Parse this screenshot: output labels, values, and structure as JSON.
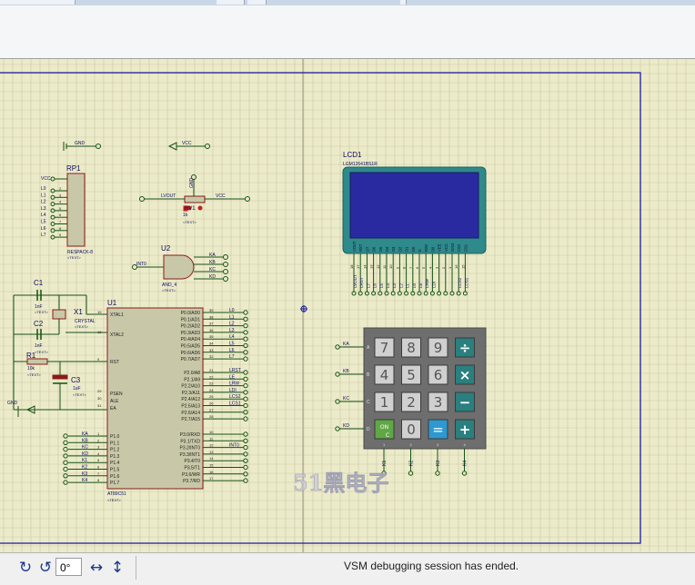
{
  "statusbar": {
    "rotate_cw_icon": "rotate-clockwise-icon",
    "rotate_ccw_icon": "rotate-counterclockwise-icon",
    "angle_value": "0°",
    "mirror_h_icon": "mirror-horizontal-icon",
    "mirror_v_icon": "mirror-vertical-icon",
    "status_message": "VSM debugging session has ended."
  },
  "schematic": {
    "watermark": "51黑电子",
    "gnd_label": "GND",
    "vcc_label": "VCC",
    "rp1": {
      "ref": "RP1",
      "part": "RESPACK-8",
      "text": "<TEXT>",
      "vcc": "VCC",
      "pins": [
        "L0",
        "L1",
        "L2",
        "L3",
        "L4",
        "L5",
        "L6",
        "L7"
      ],
      "pin_numbers": [
        "2",
        "3",
        "4",
        "5",
        "6",
        "7",
        "8",
        "9"
      ]
    },
    "rv1": {
      "ref": "RV1",
      "value": "1k",
      "text": "<TEXT>",
      "net_left": "LVOUT",
      "net_right": "VCC",
      "top": "GND"
    },
    "u2": {
      "ref": "U2",
      "part": "AND_4",
      "text": "<TEXT>",
      "net_in": "INT0",
      "inputs": [
        "KA",
        "KB",
        "KC",
        "KD"
      ]
    },
    "c1": {
      "ref": "C1",
      "value": "1nF",
      "text": "<TEXT>"
    },
    "c2": {
      "ref": "C2",
      "value": "1nF",
      "text": "<TEXT>"
    },
    "x1": {
      "ref": "X1",
      "part": "CRYSTAL",
      "text": "<TEXT>"
    },
    "r1": {
      "ref": "R1",
      "value": "10k",
      "text": "<TEXT>"
    },
    "c3": {
      "ref": "C3",
      "value": "1uF",
      "text": "<TEXT>"
    },
    "u1": {
      "ref": "U1",
      "part": "AT89C51",
      "text": "<TEXT>",
      "left_pins": [
        {
          "num": "19",
          "name": "XTAL1"
        },
        {
          "num": "18",
          "name": "XTAL2"
        },
        {
          "num": "9",
          "name": "RST"
        },
        {
          "num": "29",
          "name": "PSEN"
        },
        {
          "num": "30",
          "name": "ALE"
        },
        {
          "num": "31",
          "name": "EA"
        }
      ],
      "p1_pins": [
        {
          "num": "1",
          "name": "P1.0",
          "net": "KA"
        },
        {
          "num": "2",
          "name": "P1.1",
          "net": "KB"
        },
        {
          "num": "3",
          "name": "P1.2",
          "net": "KC"
        },
        {
          "num": "4",
          "name": "P1.3",
          "net": "KD"
        },
        {
          "num": "5",
          "name": "P1.4",
          "net": "K1"
        },
        {
          "num": "6",
          "name": "P1.5",
          "net": "K2"
        },
        {
          "num": "7",
          "name": "P1.6",
          "net": "K3"
        },
        {
          "num": "8",
          "name": "P1.7",
          "net": "K4"
        }
      ],
      "p0_pins": [
        {
          "num": "39",
          "name": "P0.0/AD0",
          "net": "L0"
        },
        {
          "num": "38",
          "name": "P0.1/AD1",
          "net": "L1"
        },
        {
          "num": "37",
          "name": "P0.2/AD2",
          "net": "L2"
        },
        {
          "num": "36",
          "name": "P0.3/AD3",
          "net": "L3"
        },
        {
          "num": "35",
          "name": "P0.4/AD4",
          "net": "L4"
        },
        {
          "num": "34",
          "name": "P0.5/AD5",
          "net": "L5"
        },
        {
          "num": "33",
          "name": "P0.6/AD6",
          "net": "L6"
        },
        {
          "num": "32",
          "name": "P0.7/AD7",
          "net": "L7"
        }
      ],
      "p2_pins": [
        {
          "num": "21",
          "name": "P2.0/A8",
          "net": "LRST"
        },
        {
          "num": "22",
          "name": "P2.1/A9",
          "net": "LE"
        },
        {
          "num": "23",
          "name": "P2.2/A10",
          "net": "LRW"
        },
        {
          "num": "24",
          "name": "P2.3/A11",
          "net": "LDI"
        },
        {
          "num": "25",
          "name": "P2.4/A12",
          "net": "LCS2"
        },
        {
          "num": "26",
          "name": "P2.5/A13",
          "net": "LCS1"
        },
        {
          "num": "27",
          "name": "P2.6/A14",
          "net": ""
        },
        {
          "num": "28",
          "name": "P2.7/A15",
          "net": ""
        }
      ],
      "p3_pins": [
        {
          "num": "10",
          "name": "P3.0/RXD",
          "net": ""
        },
        {
          "num": "11",
          "name": "P3.1/TXD",
          "net": ""
        },
        {
          "num": "12",
          "name": "P3.2/INT0",
          "net": "INT0"
        },
        {
          "num": "13",
          "name": "P3.3/INT1",
          "net": ""
        },
        {
          "num": "14",
          "name": "P3.4/T0",
          "net": ""
        },
        {
          "num": "15",
          "name": "P3.5/T1",
          "net": ""
        },
        {
          "num": "16",
          "name": "P3.6/WR",
          "net": ""
        },
        {
          "num": "17",
          "name": "P3.7/RD",
          "net": ""
        }
      ]
    },
    "lcd1": {
      "ref": "LCD1",
      "part": "LGM12641BS1R",
      "pin_labels": [
        "VOUT",
        "RST",
        "D7",
        "D6",
        "D5",
        "D4",
        "D3",
        "D2",
        "D1",
        "D0",
        "E",
        "R/W",
        "D/I",
        "VEE",
        "VCC",
        "GND",
        "CS2",
        "CS1"
      ],
      "pin_numbers": [
        "18",
        "17",
        "14",
        "13",
        "12",
        "11",
        "10",
        "9",
        "8",
        "7",
        "6",
        "5",
        "4",
        "3",
        "2",
        "1",
        "16",
        "15"
      ],
      "nets": [
        "LVOUT",
        "LRST",
        "L7",
        "L6",
        "L5",
        "L4",
        "L3",
        "L2",
        "L1",
        "L0",
        "LE",
        "LRW",
        "LDI",
        "",
        "",
        "",
        "LCS2",
        "LCS1"
      ]
    },
    "keypad": {
      "rows": [
        "KA",
        "KB",
        "KC",
        "KD"
      ],
      "row_letters": [
        "A",
        "B",
        "C",
        "D"
      ],
      "cols": [
        "K1",
        "K2",
        "K3",
        "K4"
      ],
      "col_numbers": [
        "1",
        "2",
        "3",
        "4"
      ],
      "keys": [
        {
          "label": "7",
          "kind": "num"
        },
        {
          "label": "8",
          "kind": "num"
        },
        {
          "label": "9",
          "kind": "num"
        },
        {
          "label": "÷",
          "kind": "op"
        },
        {
          "label": "4",
          "kind": "num"
        },
        {
          "label": "5",
          "kind": "num"
        },
        {
          "label": "6",
          "kind": "num"
        },
        {
          "label": "×",
          "kind": "op"
        },
        {
          "label": "1",
          "kind": "num"
        },
        {
          "label": "2",
          "kind": "num"
        },
        {
          "label": "3",
          "kind": "num"
        },
        {
          "label": "−",
          "kind": "op"
        },
        {
          "label": "ON/C",
          "kind": "on"
        },
        {
          "label": "0",
          "kind": "num"
        },
        {
          "label": "=",
          "kind": "eq"
        },
        {
          "label": "+",
          "kind": "op"
        }
      ]
    }
  },
  "colors": {
    "canvas_bg": "#ecebc9",
    "wire": "#145214",
    "part_body": "#c8c8a8",
    "part_outline": "#8a1a1a",
    "label_text": "#0a0a60",
    "lcd_frame": "#2f8a8a",
    "lcd_screen": "#2a2aa0",
    "keypad_body": "#6e6e6e",
    "key_num": "#d0d0d0",
    "key_op": "#2a7f7f",
    "key_on": "#5fa845",
    "key_eq": "#2e98d0",
    "sheet_border": "#1a1aa0"
  }
}
